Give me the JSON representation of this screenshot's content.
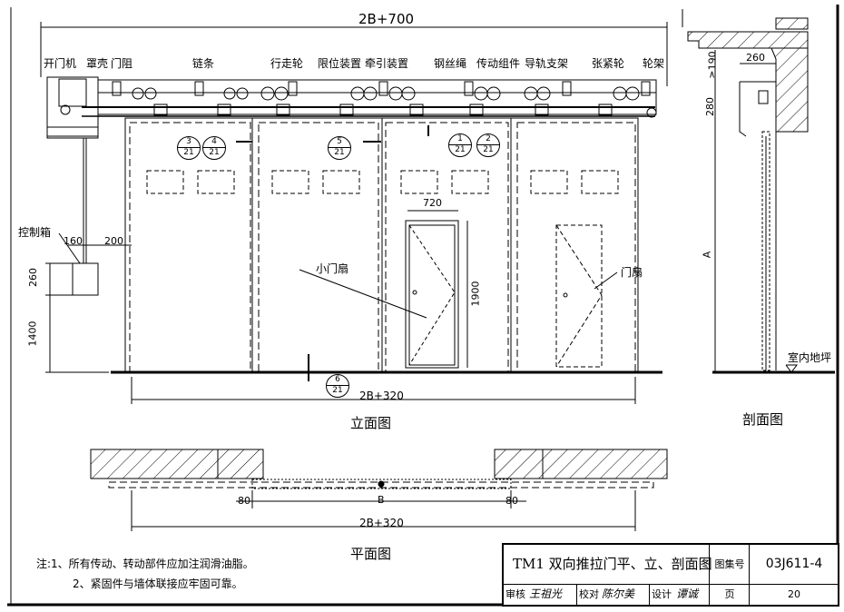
{
  "elevation": {
    "overall_dim": "2B+700",
    "labels": [
      "开门机",
      "罩壳",
      "门阻",
      "链条",
      "行走轮",
      "限位装置",
      "牵引装置",
      "钢丝绳",
      "传动组件",
      "导轨支架",
      "张紧轮",
      "轮架"
    ],
    "control_box": "控制箱",
    "dims": {
      "d160": "160",
      "d200": "200",
      "d260": "260",
      "d1400": "1400",
      "d720": "720",
      "d1900": "1900",
      "bottom": "2B+320"
    },
    "small_door": "小门扇",
    "door_leaf": "门扇",
    "callouts": [
      {
        "n": "3",
        "sheet": "21"
      },
      {
        "n": "4",
        "sheet": "21"
      },
      {
        "n": "5",
        "sheet": "21"
      },
      {
        "n": "1",
        "sheet": "21"
      },
      {
        "n": "2",
        "sheet": "21"
      },
      {
        "n": "6",
        "sheet": "21"
      }
    ],
    "caption": "立面图"
  },
  "section": {
    "dims": {
      "d260": "260",
      "d190": "≥190",
      "d280": "280",
      "A": "A"
    },
    "floor": "室内地坪",
    "caption": "剖面图"
  },
  "plan": {
    "dims": {
      "left": "80",
      "mid": "B",
      "right": "80",
      "total": "2B+320"
    },
    "caption": "平面图"
  },
  "notes": [
    "注:1、所有传动、转动部件应加注润滑油脂。",
    "2、紧固件与墙体联接应牢固可靠。"
  ],
  "title_block": {
    "title": "TM1  双向推拉门平、立、剖面图",
    "atlas_label": "图集号",
    "atlas_no": "03J611-4",
    "review_label": "审核",
    "review_sig": "王祖光",
    "check_label": "校对",
    "check_sig": "陈尔美",
    "design_label": "设计",
    "design_sig": "谭诚",
    "page_label": "页",
    "page_no": "20"
  }
}
